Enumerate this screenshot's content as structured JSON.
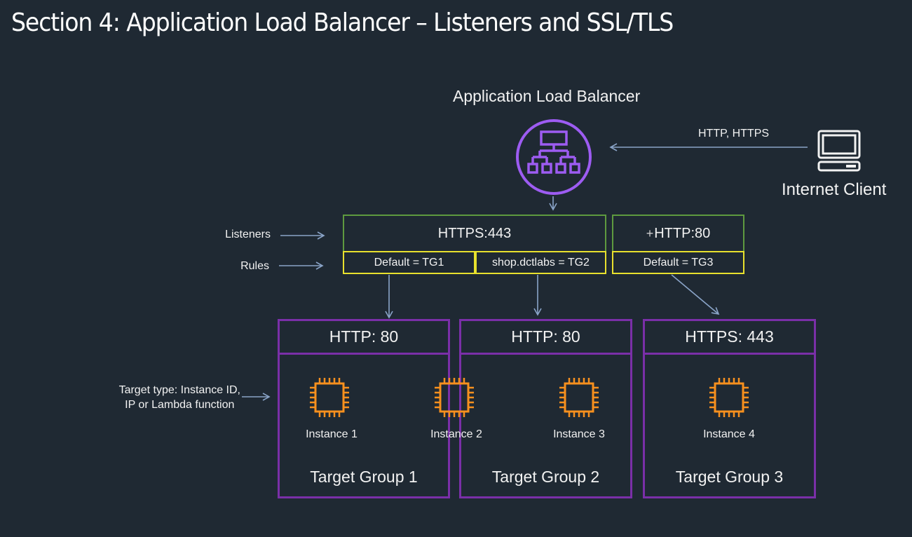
{
  "title": "Section 4: Application Load Balancer – Listeners and SSL/TLS",
  "colors": {
    "background": "#1f2933",
    "listener_border": "#5e9a3f",
    "rule_border": "#e8e12d",
    "target_group_border": "#7a2fa8",
    "alb_icon": "#9d5cf2",
    "instance_icon": "#f7901e",
    "arrow": "#8aa4c8"
  },
  "load_balancer": {
    "label": "Application Load Balancer",
    "icon": "alb-hierarchy-icon"
  },
  "client": {
    "label": "Internet Client",
    "protocols": "HTTP, HTTPS",
    "icon": "computer-icon"
  },
  "side_labels": {
    "listeners": "Listeners",
    "rules": "Rules",
    "target_type_line1": "Target type: Instance ID,",
    "target_type_line2": "IP or Lambda function"
  },
  "listeners": [
    {
      "label": "HTTPS:443",
      "rules": [
        {
          "label": "Default = TG1"
        },
        {
          "label": "shop.dctlabs = TG2"
        }
      ]
    },
    {
      "label": "HTTP:80",
      "cursor_marker": "+",
      "rules": [
        {
          "label": "Default = TG3"
        }
      ]
    }
  ],
  "target_groups": [
    {
      "port": "HTTP: 80",
      "name": "Target Group 1"
    },
    {
      "port": "HTTP: 80",
      "name": "Target Group 2"
    },
    {
      "port": "HTTPS: 443",
      "name": "Target Group 3"
    }
  ],
  "instances": [
    {
      "label": "Instance 1",
      "icon": "ec2-chip-icon"
    },
    {
      "label": "Instance 2",
      "icon": "ec2-chip-icon"
    },
    {
      "label": "Instance 3",
      "icon": "ec2-chip-icon"
    },
    {
      "label": "Instance 4",
      "icon": "ec2-chip-icon"
    }
  ]
}
